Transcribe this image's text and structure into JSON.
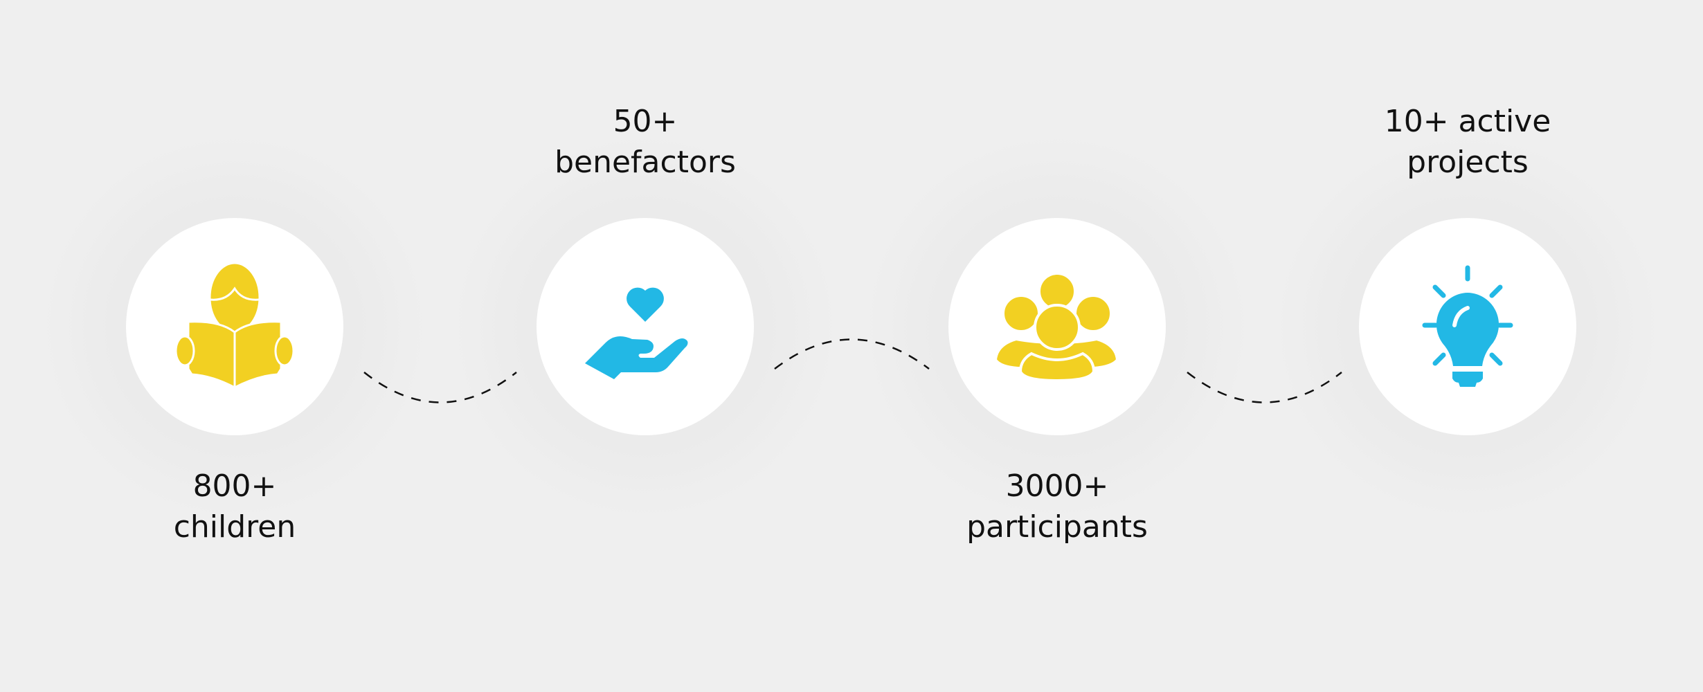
{
  "colors": {
    "yellow": "#F2D022",
    "blue": "#22B8E5",
    "background": "#EFEFEF"
  },
  "stats": [
    {
      "icon": "reading-child-icon",
      "number": "800+",
      "text": "children"
    },
    {
      "icon": "heart-in-hand-icon",
      "number": "50+",
      "text": "benefactors"
    },
    {
      "icon": "group-of-people-icon",
      "number": "3000+",
      "text": "participants"
    },
    {
      "icon": "lightbulb-icon",
      "number": "10+ active",
      "text": "projects"
    }
  ]
}
